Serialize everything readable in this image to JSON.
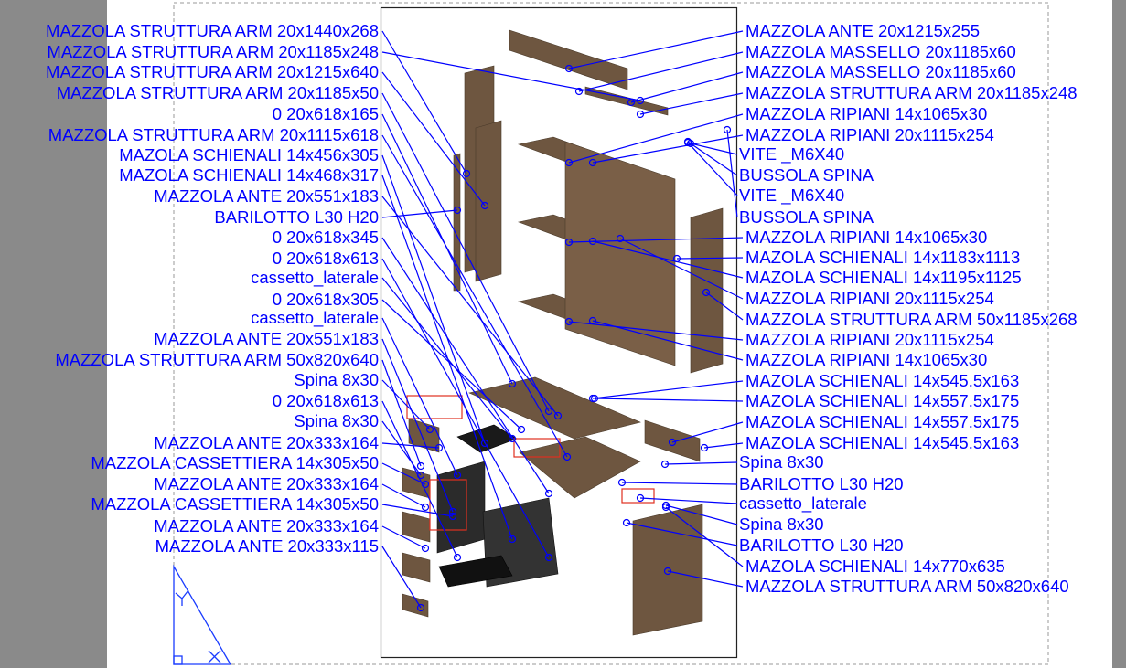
{
  "colors": {
    "label": "#0000ff",
    "leader": "#0000ff",
    "panel": "#6e5640",
    "panel_dark": "#2b2b2b",
    "accent": "#e03020",
    "background": "#8a8a8a"
  },
  "left_labels": [
    "MAZZOLA STRUTTURA ARM 20x1440x268",
    "MAZZOLA STRUTTURA ARM 20x1185x248",
    "MAZZOLA STRUTTURA ARM 20x1215x640",
    "MAZZOLA STRUTTURA ARM 20x1185x50",
    "0 20x618x165",
    "MAZZOLA STRUTTURA ARM 20x1115x618",
    "MAZOLA SCHIENALI 14x456x305",
    "MAZOLA SCHIENALI 14x468x317",
    "MAZZOLA ANTE 20x551x183",
    "BARILOTTO L30 H20",
    "0 20x618x345",
    "0 20x618x613",
    "cassetto_laterale",
    "0 20x618x305",
    "cassetto_laterale",
    "MAZZOLA ANTE 20x551x183",
    "MAZZOLA STRUTTURA ARM 50x820x640",
    "Spina 8x30",
    "0 20x618x613",
    "Spina 8x30",
    "MAZZOLA ANTE 20x333x164",
    "MAZZOLA CASSETTIERA 14x305x50",
    "MAZZOLA ANTE 20x333x164",
    "MAZZOLA CASSETTIERA 14x305x50",
    "MAZZOLA ANTE 20x333x164",
    "MAZZOLA ANTE 20x333x115"
  ],
  "right_labels": [
    "MAZZOLA ANTE 20x1215x255",
    "MAZZOLA MASSELLO 20x1185x60",
    "MAZZOLA MASSELLO 20x1185x60",
    "MAZZOLA STRUTTURA ARM 20x1185x248",
    "MAZZOLA RIPIANI 14x1065x30",
    "MAZZOLA RIPIANI 20x1115x254",
    "VITE _M6X40",
    "BUSSOLA SPINA",
    "VITE _M6X40",
    "BUSSOLA SPINA",
    "MAZZOLA RIPIANI 14x1065x30",
    "MAZOLA SCHIENALI 14x1183x1113",
    "MAZOLA SCHIENALI 14x1195x1125",
    "MAZZOLA RIPIANI 20x1115x254",
    "MAZZOLA STRUTTURA ARM 50x1185x268",
    "MAZZOLA RIPIANI 20x1115x254",
    "MAZZOLA RIPIANI 14x1065x30",
    "MAZOLA SCHIENALI 14x545.5x163",
    "MAZOLA SCHIENALI 14x557.5x175",
    "MAZOLA SCHIENALI 14x557.5x175",
    "MAZOLA SCHIENALI 14x545.5x163",
    "Spina 8x30",
    "BARILOTTO L30 H20",
    "cassetto_laterale",
    "Spina 8x30",
    "BARILOTTO L30 H20",
    "MAZOLA SCHIENALI 14x770x635",
    "MAZZOLA STRUTTURA ARM 50x820x640"
  ]
}
